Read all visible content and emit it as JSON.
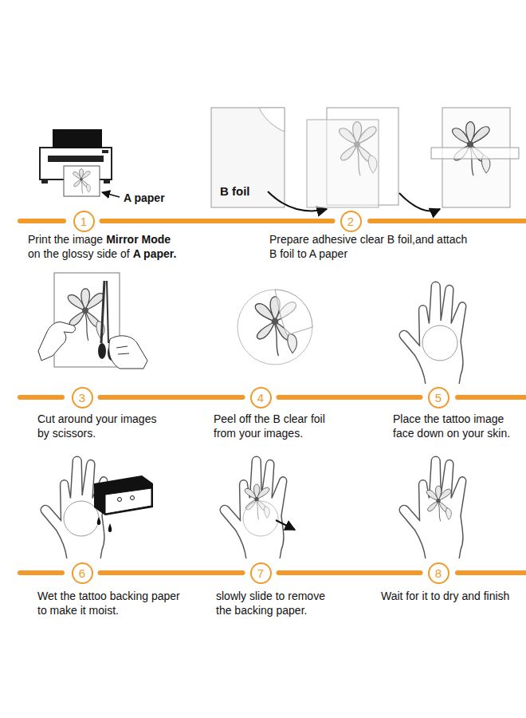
{
  "diagram": {
    "nodes": [
      {
        "text": [
          "1"
        ]
      },
      {
        "text": [
          "2"
        ]
      },
      {
        "text": [
          "3"
        ]
      },
      {
        "text": [
          "4"
        ]
      },
      {
        "text": [
          "5"
        ]
      },
      {
        "text": [
          "6"
        ]
      },
      {
        "text": [
          "7"
        ]
      },
      {
        "text": [
          "8"
        ]
      }
    ],
    "edges": [
      {
        "from": 0,
        "to": 1,
        "arrow": "none"
      },
      {
        "from": 2,
        "to": 3,
        "arrow": "none"
      },
      {
        "from": 3,
        "to": 4,
        "arrow": "none"
      },
      {
        "from": 5,
        "to": 6,
        "arrow": "none"
      },
      {
        "from": 6,
        "to": 7,
        "arrow": "none"
      }
    ],
    "labels": [
      "A paper",
      "B foil",
      "Print the image",
      "Mirror Mode",
      "on the glossy side of",
      "A paper.",
      "Prepare adhesive clear B foil,and attach B foil to A paper",
      "Cut around your images by scissors.",
      "Peel off the B clear foil from your images.",
      "Place the tattoo image face down on your skin.",
      "Wet the tattoo backing paper to make it moist.",
      "slowly slide to remove the backing paper.",
      "Wait for it to dry and finish"
    ]
  }
}
